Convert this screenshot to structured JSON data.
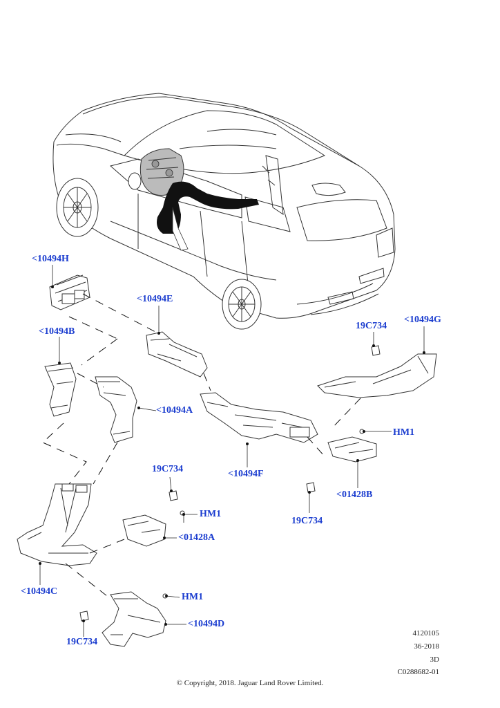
{
  "callouts": {
    "c10494H": "<10494H",
    "c10494B": "<10494B",
    "c10494E": "<10494E",
    "c10494A": "<10494A",
    "c10494F": "<10494F",
    "c10494G": "<10494G",
    "c19C734_top": "19C734",
    "c19C734_mid": "19C734",
    "c19C734_right": "19C734",
    "c19C734_bottom": "19C734",
    "cHM1_right": "HM1",
    "cHM1_mid": "HM1",
    "cHM1_bottom": "HM1",
    "c01428B": "<01428B",
    "c01428A": "<01428A",
    "c10494C": "<10494C",
    "c10494D": "<10494D"
  },
  "meta": {
    "line1": "4120105",
    "line2": "36-2018",
    "line3": "3D",
    "line4": "C0288682-01"
  },
  "copyright": "© Copyright, 2018. Jaguar Land Rover Limited.",
  "colors": {
    "callout": "#1a3ccf",
    "line": "#333333"
  }
}
